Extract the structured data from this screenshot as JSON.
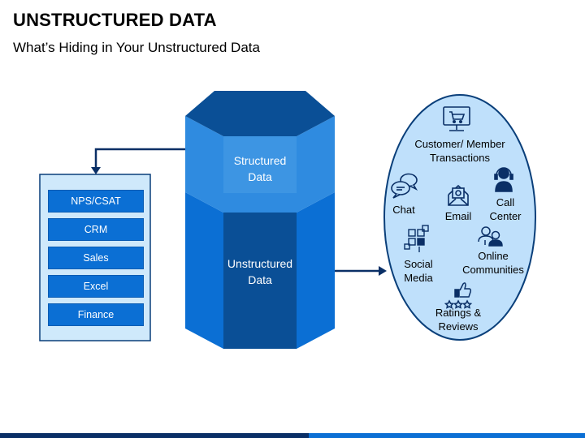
{
  "header": {
    "title": "UNSTRUCTURED DATA",
    "subtitle": "What’s Hiding in Your Unstructured Data"
  },
  "hexagon": {
    "structured_label": "Structured\nData",
    "unstructured_label": "Unstructured\nData"
  },
  "list": {
    "items": [
      "NPS/CSAT",
      "CRM",
      "Sales",
      "Excel",
      "Finance"
    ]
  },
  "sources": {
    "transactions": "Customer/ Member\nTransactions",
    "chat": "Chat",
    "email": "Email",
    "call_center": "Call\nCenter",
    "social_media": "Social\nMedia",
    "online_communities": "Online\nCommunities",
    "ratings_reviews": "Ratings &\nReviews"
  },
  "colors": {
    "dark_blue": "#0a4f96",
    "mid_blue": "#0b6fd4",
    "light_blue": "#2f8be0",
    "panel_fill": "#cfe9fb",
    "ellipse_fill": "#bfe0fb",
    "border": "#0a3f7a"
  }
}
